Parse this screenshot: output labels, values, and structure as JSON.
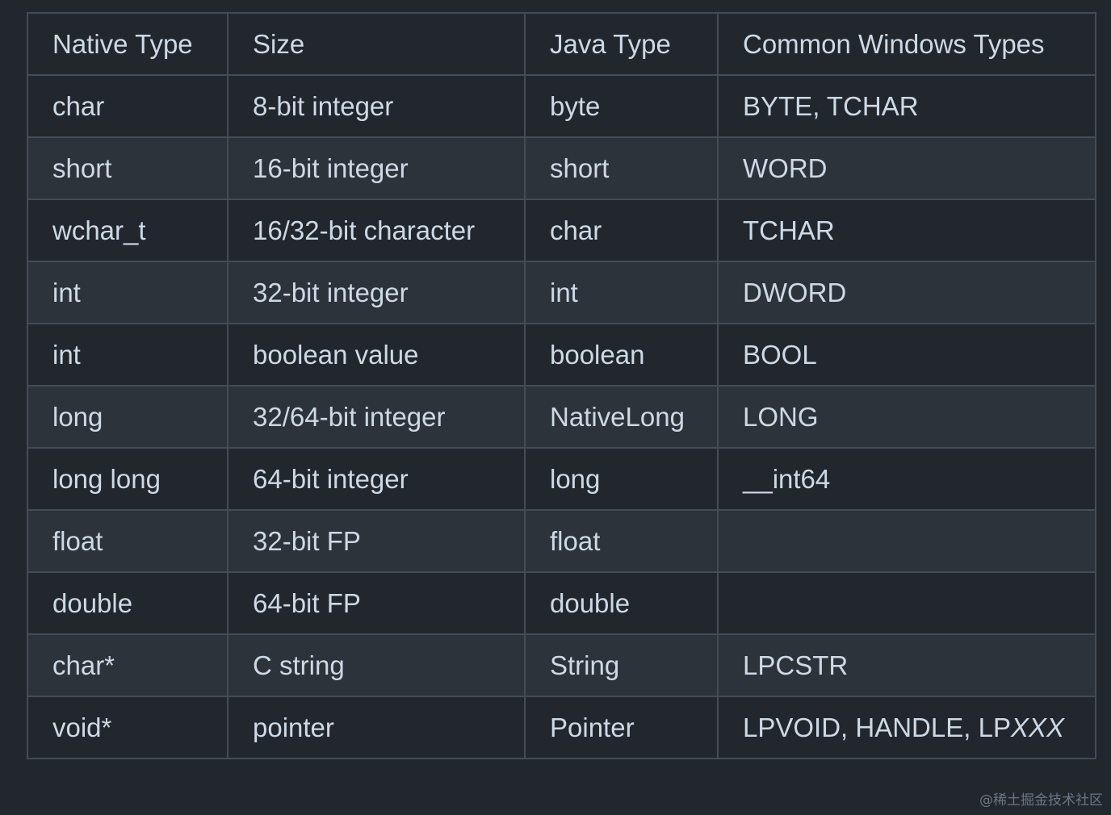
{
  "headers": [
    "Native Type",
    "Size",
    "Java Type",
    "Common Windows Types"
  ],
  "rows": [
    [
      "char",
      "8-bit integer",
      "byte",
      "BYTE, TCHAR"
    ],
    [
      "short",
      "16-bit integer",
      "short",
      "WORD"
    ],
    [
      "wchar_t",
      "16/32-bit character",
      "char",
      "TCHAR"
    ],
    [
      "int",
      "32-bit integer",
      "int",
      "DWORD"
    ],
    [
      "int",
      "boolean value",
      "boolean",
      "BOOL"
    ],
    [
      "long",
      "32/64-bit integer",
      "NativeLong",
      "LONG"
    ],
    [
      "long long",
      "64-bit integer",
      "long",
      "__int64"
    ],
    [
      "float",
      "32-bit FP",
      "float",
      ""
    ],
    [
      "double",
      "64-bit FP",
      "double",
      ""
    ],
    [
      "char*",
      "C string",
      "String",
      "LPCSTR"
    ],
    [
      "void*",
      "pointer",
      "Pointer",
      "LPVOID, HANDLE, LPXXX"
    ]
  ],
  "last_row_windows_types": {
    "prefix": "LPVOID, HANDLE, LP",
    "italic_suffix": "XXX"
  },
  "watermark": "@稀土掘金技术社区"
}
